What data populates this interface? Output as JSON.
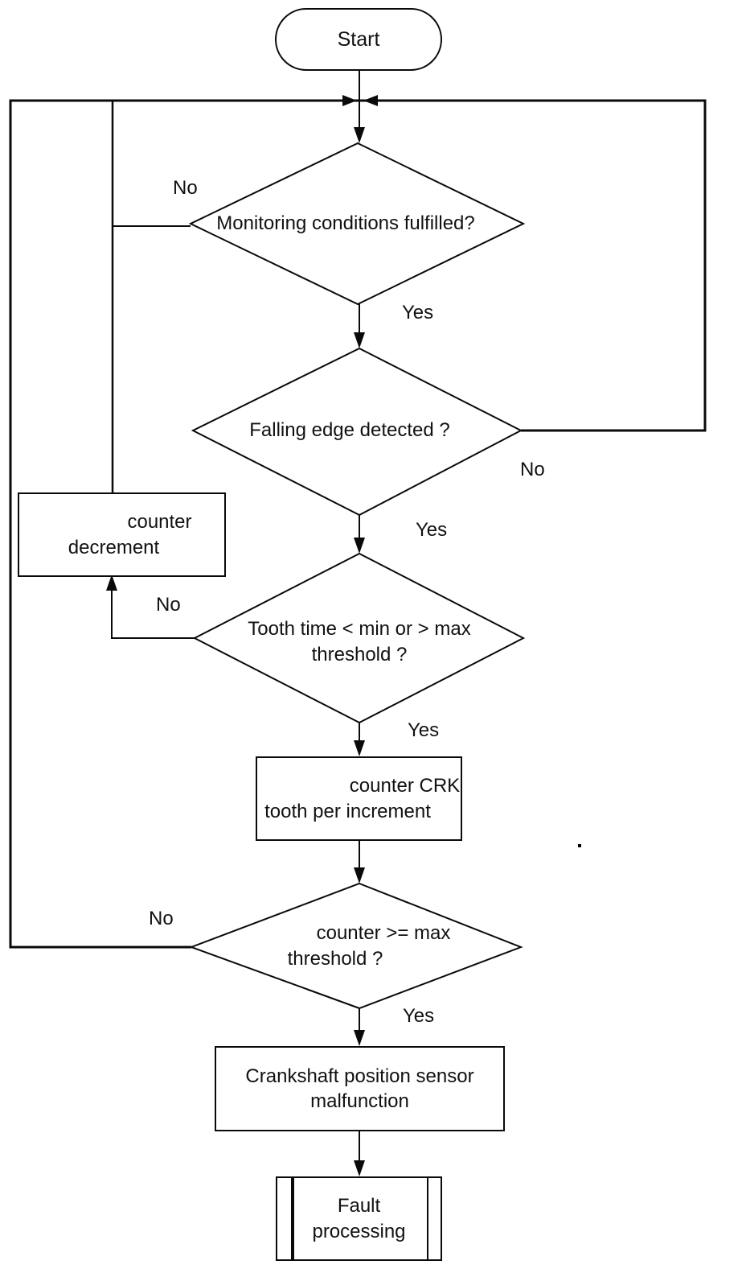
{
  "nodes": {
    "start": {
      "label": "Start"
    },
    "monitoring": {
      "label": "Monitoring conditions fulfilled?"
    },
    "falling_edge": {
      "label": "Falling edge detected ?"
    },
    "counter_decrement": {
      "line1": "counter",
      "line2": "decrement"
    },
    "tooth_time": {
      "line1": "Tooth time < min or > max",
      "line2": "threshold ?"
    },
    "counter_crk": {
      "line1": "counter CRK",
      "line2": "tooth per increment"
    },
    "counter_max": {
      "line1": "counter >= max",
      "line2": "threshold ?"
    },
    "malfunction": {
      "line1": "Crankshaft position sensor",
      "line2": "malfunction"
    },
    "fault_processing": {
      "line1": "Fault",
      "line2": "processing"
    }
  },
  "edge_labels": {
    "monitoring_no": "No",
    "monitoring_yes": "Yes",
    "falling_edge_no": "No",
    "falling_edge_yes": "Yes",
    "tooth_time_no": "No",
    "tooth_time_yes": "Yes",
    "counter_max_no": "No",
    "counter_max_yes": "Yes"
  },
  "colors": {
    "line": "#0a0a0a",
    "background": "#ffffff"
  }
}
